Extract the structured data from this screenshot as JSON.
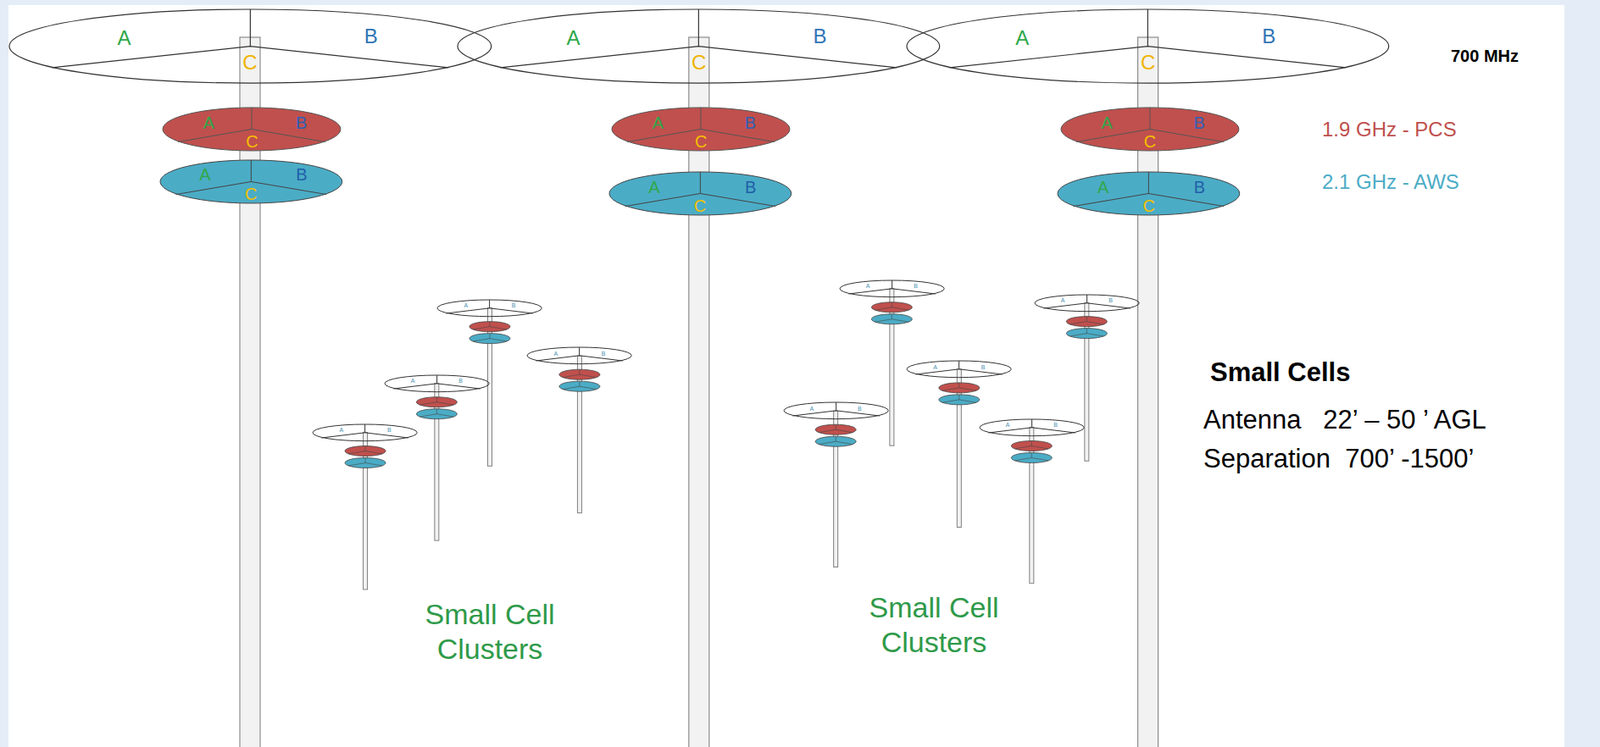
{
  "diagram": {
    "nodes": [
      {
        "text": [
          "A",
          "B",
          "C"
        ]
      },
      {
        "text": [
          "A",
          "B",
          "C"
        ]
      },
      {
        "text": [
          "A",
          "B",
          "C"
        ]
      },
      {
        "text": [
          "A",
          "B",
          "C"
        ]
      },
      {
        "text": [
          "A",
          "B",
          "C"
        ]
      },
      {
        "text": [
          "A",
          "B",
          "C"
        ]
      },
      {
        "text": [
          "A",
          "B",
          "C"
        ]
      },
      {
        "text": [
          "A",
          "B",
          "C"
        ]
      },
      {
        "text": [
          "A",
          "B",
          "C"
        ]
      },
      {
        "text": [
          "A",
          "B"
        ]
      },
      {
        "text": [
          "A",
          "B"
        ]
      },
      {
        "text": [
          "A",
          "B"
        ]
      },
      {
        "text": [
          "A",
          "B"
        ]
      },
      {
        "text": [
          "A",
          "B"
        ]
      },
      {
        "text": [
          "A",
          "B"
        ]
      },
      {
        "text": [
          "A",
          "B"
        ]
      },
      {
        "text": [
          "A",
          "B"
        ]
      },
      {
        "text": [
          "A",
          "B"
        ]
      }
    ],
    "labels": [
      "700 MHz",
      "1.9 GHz - PCS",
      "2.1 GHz - AWS",
      "Small Cells",
      "Antenna   22’ – 50 ’ AGL",
      "Separation  700’ -1500’",
      "Small Cell Clusters",
      "Small Cell Clusters"
    ]
  }
}
